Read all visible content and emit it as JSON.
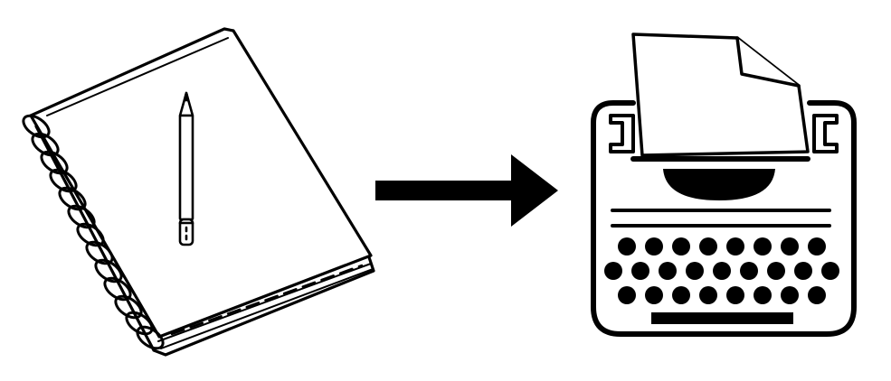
{
  "illustration": {
    "colors": {
      "background": "#ffffff",
      "ink": "#000000"
    },
    "icons": {
      "left": "spiral-notebook-with-pencil-icon",
      "middle": "right-arrow-icon",
      "right": "typewriter-icon"
    },
    "typewriter": {
      "key_rows": [
        8,
        9,
        8
      ]
    }
  }
}
